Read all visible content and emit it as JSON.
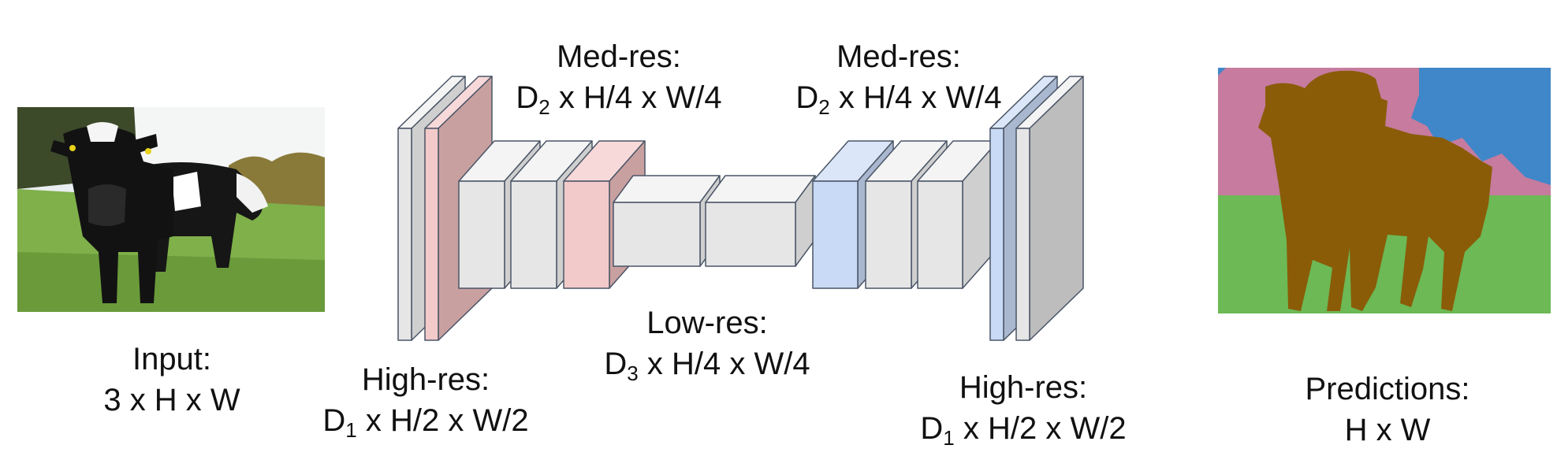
{
  "labels": {
    "input": {
      "title": "Input:",
      "dims": "3 x H x W"
    },
    "high_res_encoder": {
      "title": "High-res:",
      "d": "D",
      "d_sub": "1",
      "dims": " x H/2 x W/2"
    },
    "med_res_encoder": {
      "title": "Med-res:",
      "d": "D",
      "d_sub": "2",
      "dims": " x H/4 x W/4"
    },
    "low_res": {
      "title": "Low-res:",
      "d": "D",
      "d_sub": "3",
      "dims": " x H/4 x W/4"
    },
    "med_res_decoder": {
      "title": "Med-res:",
      "d": "D",
      "d_sub": "2",
      "dims": " x H/4 x W/4"
    },
    "high_res_decoder": {
      "title": "High-res:",
      "d": "D",
      "d_sub": "1",
      "dims": " x H/2 x W/2"
    },
    "predictions": {
      "title": "Predictions:",
      "dims": "H x W"
    }
  },
  "colors": {
    "gray_block": "#e6e6e6",
    "pink_block": "#f2caca",
    "blue_block": "#c8daf5",
    "outline": "#4a5566",
    "seg_pink": "#c67b9f",
    "seg_blue": "#3f87c9",
    "seg_green": "#6cb955",
    "seg_brown": "#8a5c08"
  },
  "icons": [
    "cow-photo-image",
    "segmentation-map-image"
  ]
}
